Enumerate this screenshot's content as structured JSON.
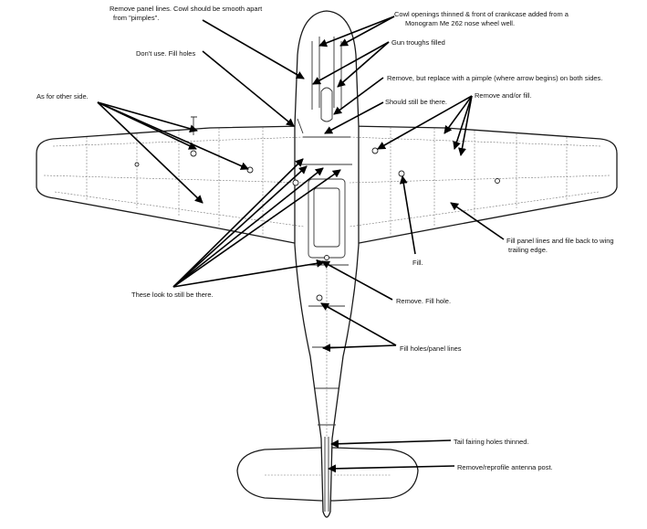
{
  "annotations": [
    {
      "id": "cowl-panel-lines",
      "lines": [
        "Remove panel lines. Cowl should be smooth apart",
        "from \"pimples\"."
      ]
    },
    {
      "id": "cowl-openings",
      "lines": [
        "Cowl openings thinned & front of crankcase added from a",
        "Monogram Me 262 nose wheel well."
      ]
    },
    {
      "id": "gun-troughs",
      "lines": [
        "Gun troughs filled"
      ]
    },
    {
      "id": "dont-use",
      "lines": [
        "Don't use. Fill holes"
      ]
    },
    {
      "id": "remove-pimple",
      "lines": [
        "Remove, but replace with a pimple (where arrow begins) on both sides."
      ]
    },
    {
      "id": "should-still",
      "lines": [
        "Should still be there."
      ]
    },
    {
      "id": "other-side",
      "lines": [
        "As for other side."
      ]
    },
    {
      "id": "remove-fill",
      "lines": [
        "Remove and/or fill."
      ]
    },
    {
      "id": "fill-trailing",
      "lines": [
        "Fill panel lines and file back to wing",
        "trailing edge."
      ]
    },
    {
      "id": "fill",
      "lines": [
        "Fill."
      ]
    },
    {
      "id": "still-there",
      "lines": [
        "These look to still be there."
      ]
    },
    {
      "id": "remove-fill-hole",
      "lines": [
        "Remove. Fill hole."
      ]
    },
    {
      "id": "fill-holes-panel",
      "lines": [
        "Fill holes/panel lines"
      ]
    },
    {
      "id": "tail-fairing",
      "lines": [
        "Tail fairing holes thinned."
      ]
    },
    {
      "id": "antenna-post",
      "lines": [
        "Remove/reprofile antenna post."
      ]
    }
  ]
}
